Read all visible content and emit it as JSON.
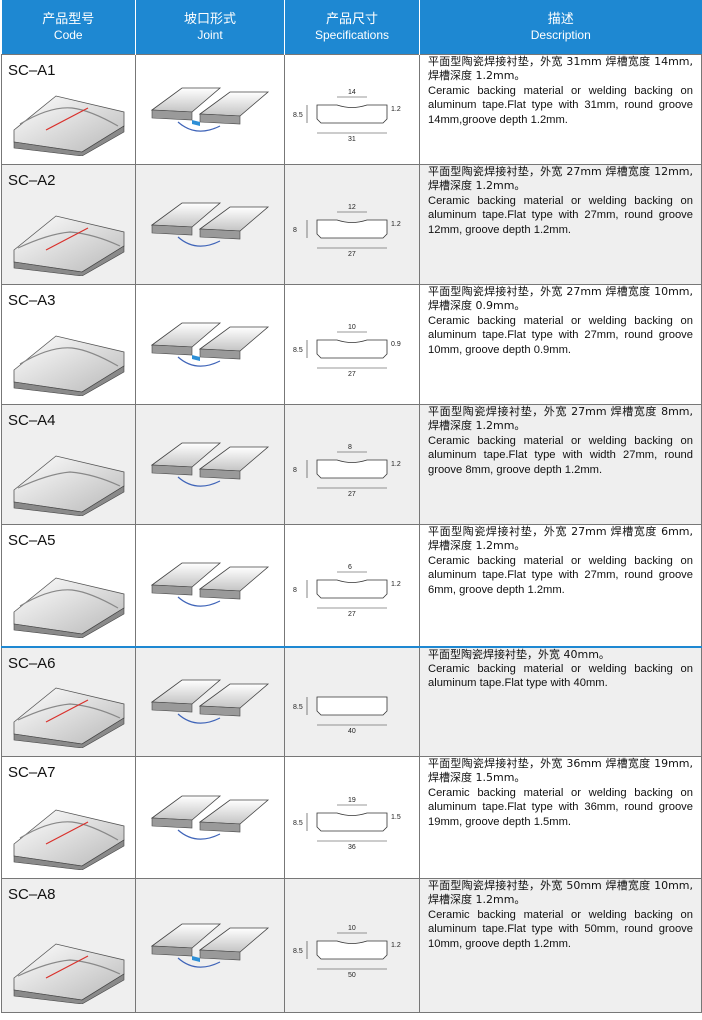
{
  "header": {
    "code_zh": "产品型号",
    "code_en": "Code",
    "joint_zh": "坡口形式",
    "joint_en": "Joint",
    "spec_zh": "产品尺寸",
    "spec_en": "Specifications",
    "desc_zh": "描述",
    "desc_en": "Description"
  },
  "rows": [
    {
      "code": "SC–A1",
      "w": "31",
      "g": "14",
      "h": "8.5",
      "d": "1.2",
      "zh": "平面型陶瓷焊接衬垫，外宽 31mm 焊槽宽度 14mm, 焊槽深度 1.2mm。",
      "en": "Ceramic backing material or welding backing on aluminum tape.Flat type with 31mm, round groove 14mm,groove depth 1.2mm."
    },
    {
      "code": "SC–A2",
      "w": "27",
      "g": "12",
      "h": "8",
      "d": "1.2",
      "zh": "平面型陶瓷焊接衬垫，外宽 27mm 焊槽宽度 12mm, 焊槽深度 1.2mm。",
      "en": "Ceramic backing material or welding backing on aluminum tape.Flat type with 27mm, round groove 12mm, groove depth 1.2mm."
    },
    {
      "code": "SC–A3",
      "w": "27",
      "g": "10",
      "h": "8.5",
      "d": "0.9",
      "zh": "平面型陶瓷焊接衬垫，外宽 27mm 焊槽宽度 10mm, 焊槽深度 0.9mm。",
      "en": "Ceramic backing material or welding backing on aluminum tape.Flat type with 27mm, round groove 10mm, groove depth 0.9mm."
    },
    {
      "code": "SC–A4",
      "w": "27",
      "g": "8",
      "h": "8",
      "d": "1.2",
      "zh": "平面型陶瓷焊接衬垫，外宽 27mm 焊槽宽度 8mm, 焊槽深度 1.2mm。",
      "en": "Ceramic backing material or welding backing on aluminum tape.Flat type with width 27mm, round groove 8mm, groove depth 1.2mm."
    },
    {
      "code": "SC–A5",
      "w": "27",
      "g": "6",
      "h": "8",
      "d": "1.2",
      "zh": "平面型陶瓷焊接衬垫，外宽 27mm 焊槽宽度 6mm, 焊槽深度 1.2mm。",
      "en": "Ceramic backing material or welding backing on aluminum tape.Flat type with 27mm, round groove 6mm, groove depth 1.2mm."
    },
    {
      "code": "SC–A6",
      "w": "40",
      "g": "",
      "h": "8.5",
      "d": "",
      "zh": "平面型陶瓷焊接衬垫，外宽 40mm。",
      "en": "Ceramic backing material or welding backing on aluminum tape.Flat type with 40mm."
    },
    {
      "code": "SC–A7",
      "w": "36",
      "g": "19",
      "h": "8.5",
      "d": "1.5",
      "zh": "平面型陶瓷焊接衬垫，外宽 36mm 焊槽宽度 19mm, 焊槽深度 1.5mm。",
      "en": "Ceramic backing material or welding backing on aluminum tape.Flat type with 36mm, round groove 19mm, groove depth 1.5mm."
    },
    {
      "code": "SC–A8",
      "w": "50",
      "g": "10",
      "h": "8.5",
      "d": "1.2",
      "zh": "平面型陶瓷焊接衬垫，外宽 50mm 焊槽宽度 10mm, 焊槽深度 1.2mm。",
      "en": "Ceramic backing material or welding backing on aluminum tape.Flat type with 50mm, round groove 10mm, groove depth 1.2mm."
    }
  ]
}
